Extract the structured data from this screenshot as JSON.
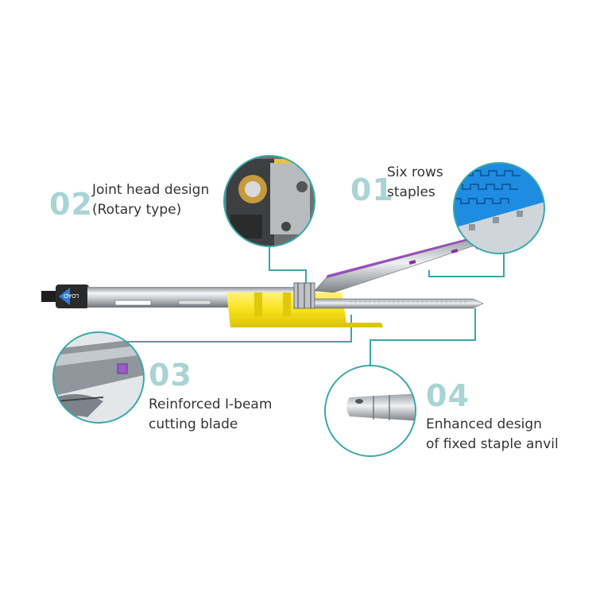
{
  "colors": {
    "accent": "#a8d4d4",
    "ring": "#3aa8a6",
    "text": "#333333",
    "cartridge_yellow": "#f7e21b",
    "anvil_purple": "#8a2ca0",
    "staple_blue": "#1e8ce0"
  },
  "features": [
    {
      "number": "01",
      "line1": "Six rows",
      "line2": "staples"
    },
    {
      "number": "02",
      "line1": "Joint head design",
      "line2": "(Rotary type)"
    },
    {
      "number": "03",
      "line1": "Reinforced I-beam",
      "line2": "cutting blade"
    },
    {
      "number": "04",
      "line1": "Enhanced design",
      "line2": "of fixed staple anvil"
    }
  ],
  "device": {
    "handle_marking": "LOAD"
  }
}
